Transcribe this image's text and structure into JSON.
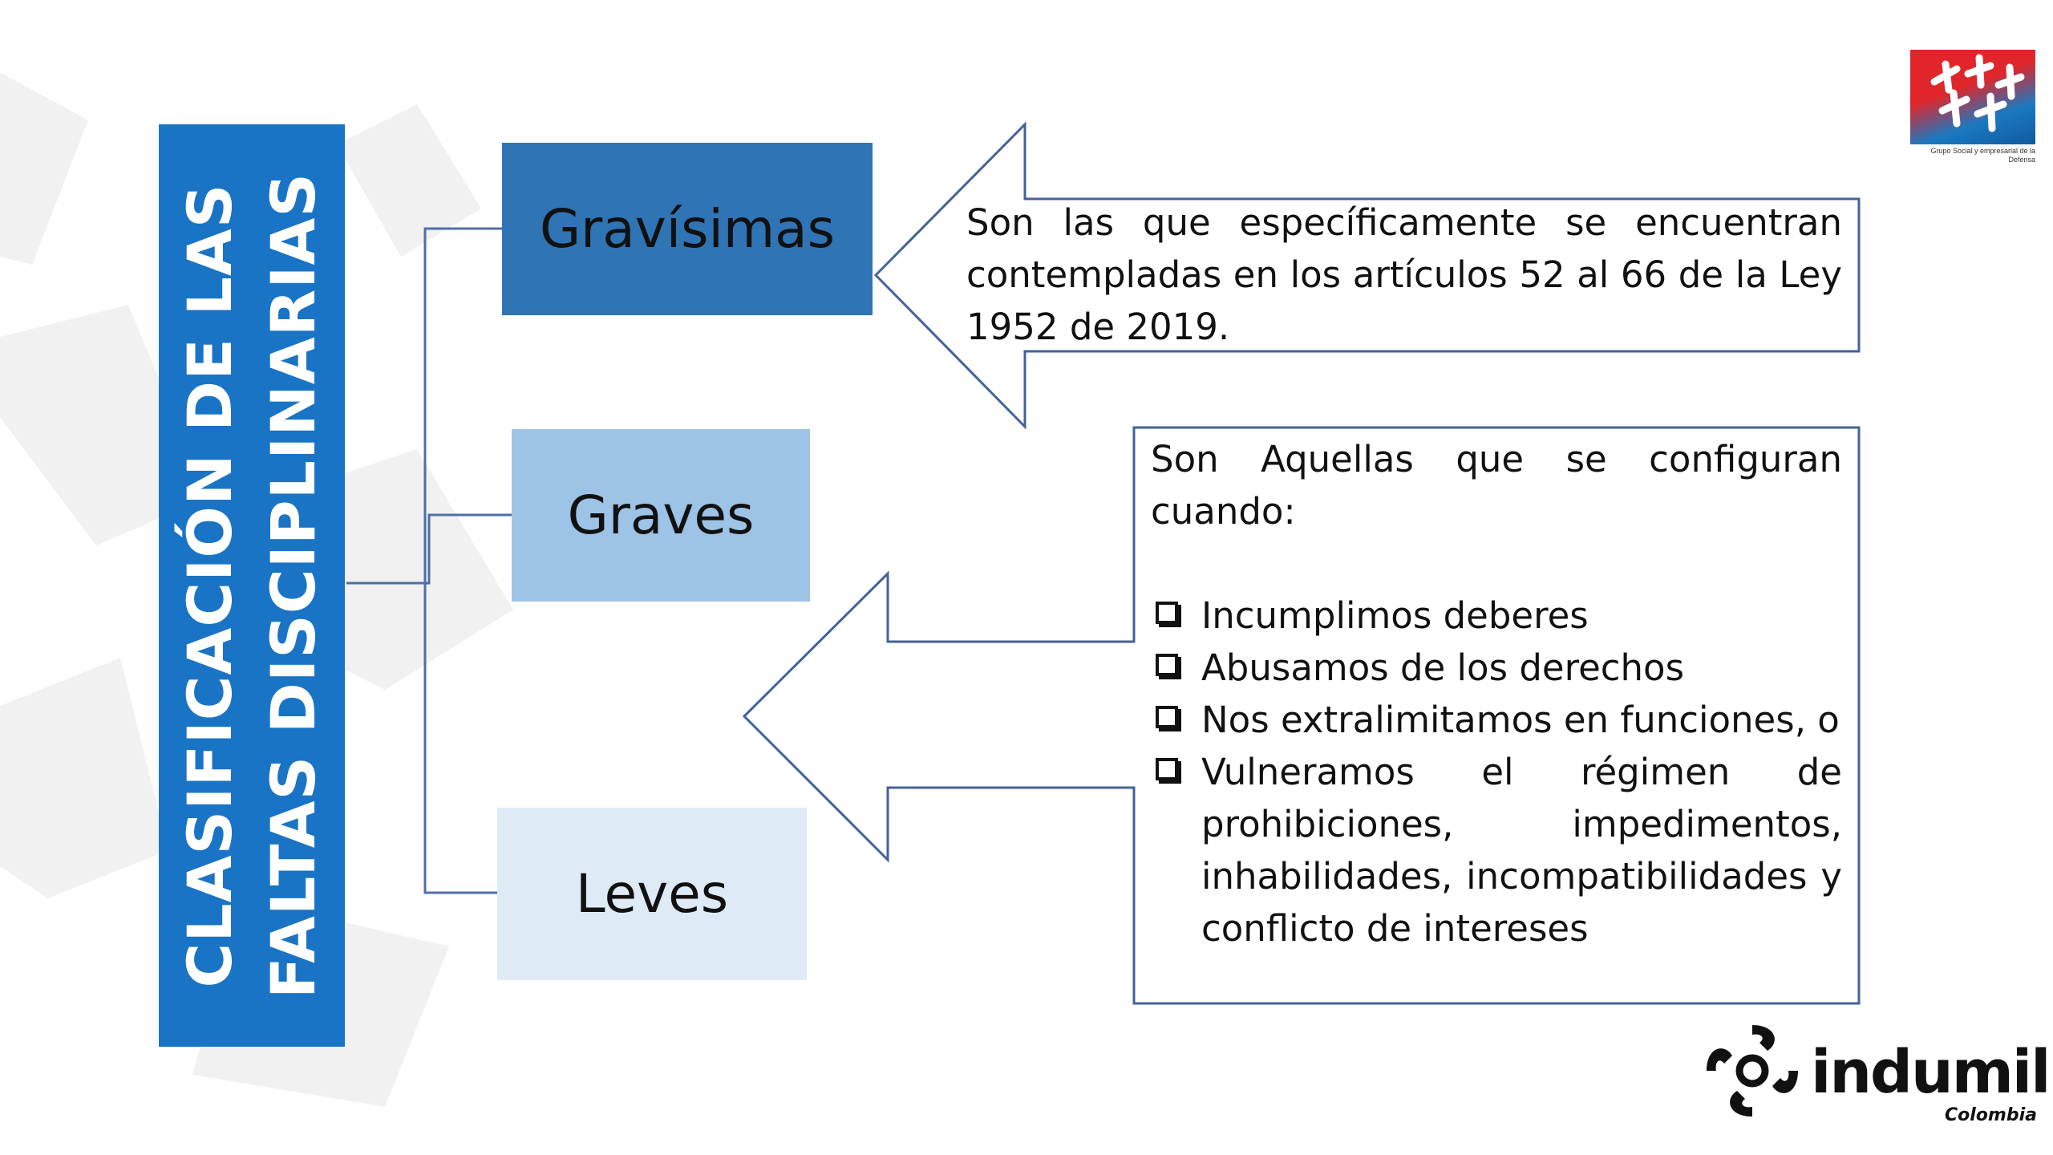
{
  "title": {
    "line1": "CLASIFICACIÓN DE LAS",
    "line2": "FALTAS DISCIPLINARIAS"
  },
  "categories": [
    {
      "label": "Gravísimas",
      "color": "#2f74b5"
    },
    {
      "label": "Graves",
      "color": "#9dc3e6"
    },
    {
      "label": "Leves",
      "color": "#deebf7"
    }
  ],
  "callouts": [
    {
      "text": "Son las que específicamente se encuentran contempladas en los artículos 52 al 66 de la Ley 1952 de 2019."
    },
    {
      "intro_line1": "Son Aquellas que se configuran",
      "intro_line2": "cuando:",
      "bullets": [
        "Incumplimos deberes",
        "Abusamos de los derechos",
        "Nos extralimitamos en funciones, o",
        "Vulneramos el régimen de prohibiciones, impedimentos, inhabilidades, incompatibilidades y conflicto de intereses"
      ]
    }
  ],
  "logos": {
    "grupo_caption": "Grupo Social y empresarial de la Defensa",
    "indumil_name": "indumil",
    "indumil_country": "Colombia"
  },
  "colors": {
    "title_bg": "#1a74c5",
    "connector": "#4f6fa8",
    "arrow_border": "#44629a"
  }
}
